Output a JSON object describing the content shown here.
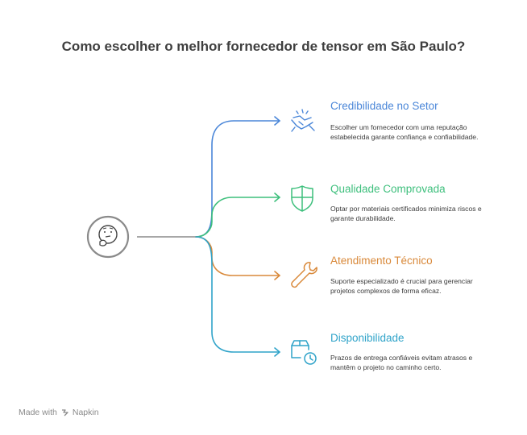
{
  "title": "Como escolher o melhor fornecedor de tensor em São Paulo?",
  "center_icon": "thinking-face-icon",
  "items": [
    {
      "title": "Credibilidade no Setor",
      "description": "Escolher um fornecedor com uma reputação estabelecida garante confiança e confiabilidade.",
      "color": "#4a86d8",
      "icon": "handshake-icon"
    },
    {
      "title": "Qualidade Comprovada",
      "description": "Optar por materiais certificados minimiza riscos e garante durabilidade.",
      "color": "#3dbf7c",
      "icon": "shield-icon"
    },
    {
      "title": "Atendimento Técnico",
      "description": "Suporte especializado é crucial para gerenciar projetos complexos de forma eficaz.",
      "color": "#d9893a",
      "icon": "wrench-icon"
    },
    {
      "title": "Disponibilidade",
      "description": "Prazos de entrega confiáveis evitam atrasos e mantêm o projeto no caminho certo.",
      "color": "#2fa3c9",
      "icon": "box-clock-icon"
    }
  ],
  "footer": {
    "made_with": "Made with",
    "brand": "Napkin",
    "brand_icon": "napkin-logo-icon"
  }
}
